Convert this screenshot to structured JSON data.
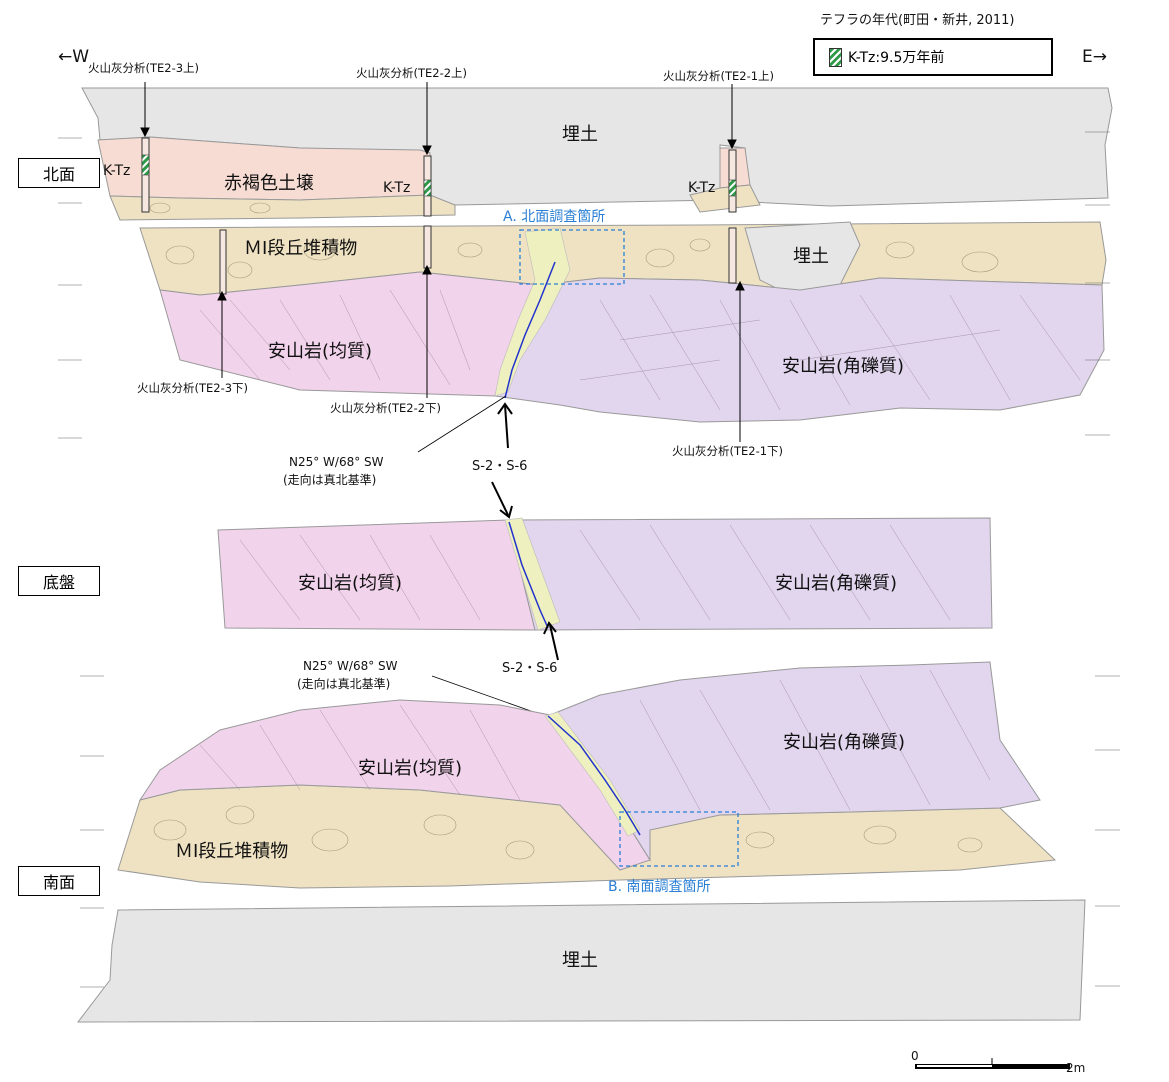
{
  "directions": {
    "west": "←W",
    "east": "E→"
  },
  "legend": {
    "title": "テフラの年代(町田・新井, 2011)",
    "item": "K-Tz:9.5万年前",
    "swatch_color": "#2f9a4a"
  },
  "sections": {
    "north": "北面",
    "base": "底盤",
    "south": "南面"
  },
  "ash_samples": {
    "te2_3_top": "火山灰分析(TE2-3上)",
    "te2_2_top": "火山灰分析(TE2-2上)",
    "te2_1_top": "火山灰分析(TE2-1上)",
    "te2_3_bottom": "火山灰分析(TE2-3下)",
    "te2_2_bottom": "火山灰分析(TE2-2下)",
    "te2_1_bottom": "火山灰分析(TE2-1下)"
  },
  "tephra_label": "K-Tz",
  "units": {
    "fill": "埋土",
    "red_soil": "赤褐色土壌",
    "terrace": "ＭⅠ段丘堆積物",
    "andesite_homogeneous": "安山岩(均質)",
    "andesite_brecciated": "安山岩(角礫質)"
  },
  "survey_sites": {
    "north": "A. 北面調査箇所",
    "south": "B. 南面調査箇所"
  },
  "fault": {
    "name": "S-2・S-6",
    "attitude": "N25° W/68° SW",
    "note": "(走向は真北基準)"
  },
  "scale": {
    "zero": "0",
    "end": "2m"
  },
  "colors": {
    "fill": "#e6e6e6",
    "red_soil": "#f6dcd2",
    "terrace": "#efe2c2",
    "andesite_homogeneous": "#f2d3ec",
    "andesite_brecciated": "#e2d5ee",
    "fault_line": "#2233cc",
    "survey_box": "#2a7fd4"
  }
}
